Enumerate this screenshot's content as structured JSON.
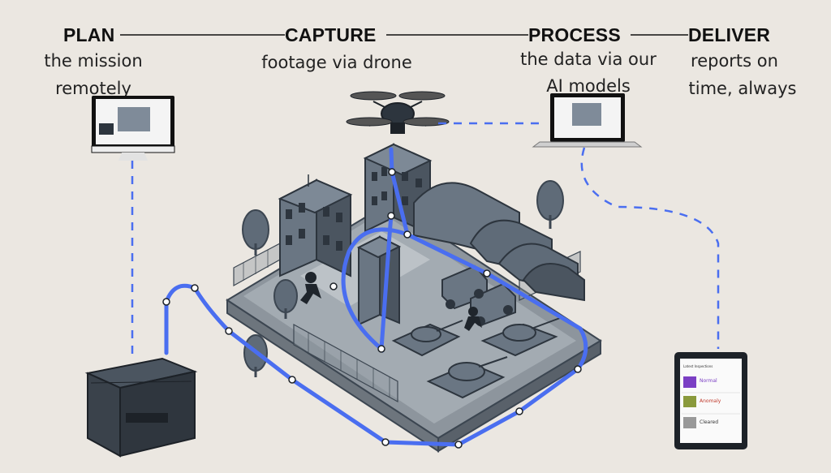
{
  "steps": [
    {
      "title": "PLAN",
      "desc_1": "the mission",
      "desc_2": "remotely"
    },
    {
      "title": "CAPTURE",
      "desc_1": "footage via drone",
      "desc_2": ""
    },
    {
      "title": "PROCESS",
      "desc_1": "the data via our",
      "desc_2": "AI models"
    },
    {
      "title": "DELIVER",
      "desc_1": "reports on",
      "desc_2": "time, always"
    }
  ],
  "tablet": {
    "header": "Latest Inspections",
    "items": [
      {
        "status": "Normal"
      },
      {
        "status": "Anomaly"
      },
      {
        "status": "Cleared"
      }
    ]
  },
  "colors": {
    "flight_path": "#4a6ef0",
    "dashed_link": "#4a6ef0",
    "connector_line": "#111111",
    "building": "#5f6b78",
    "building_dark": "#3c4651",
    "ground": "#9aa2aa",
    "background": "#ebe7e1",
    "normal": "#7b3fc4",
    "anomaly": "#c0392b",
    "cleared": "#555555"
  },
  "icons": [
    "desktop-monitor-icon",
    "drone-icon",
    "laptop-icon",
    "tablet-icon",
    "ground-station-icon",
    "intruder-icon",
    "tank-icon",
    "truck-icon",
    "tree-icon",
    "fence-icon"
  ]
}
